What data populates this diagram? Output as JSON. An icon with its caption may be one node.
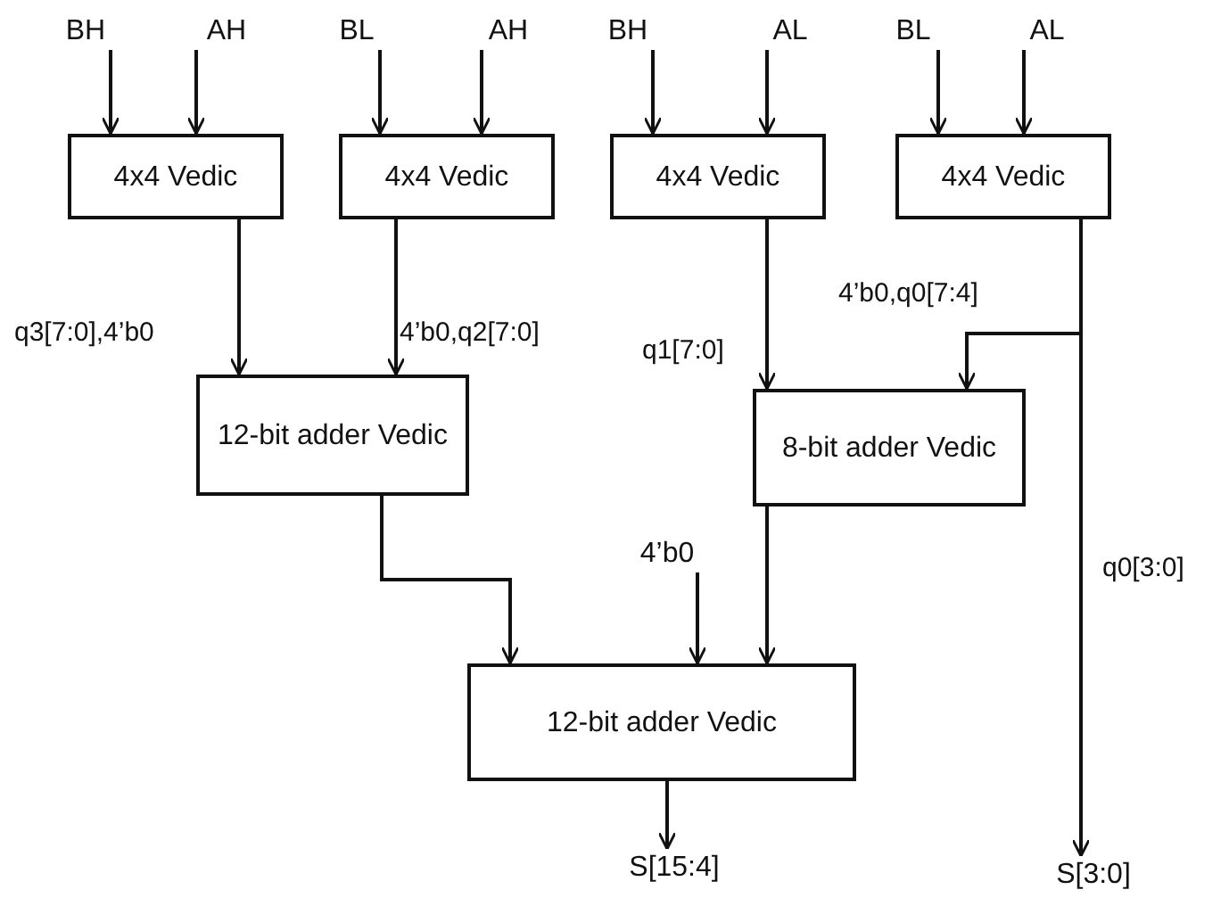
{
  "diagram": {
    "nodes": [
      {
        "text": [
          "BH"
        ]
      },
      {
        "text": [
          "AH"
        ]
      },
      {
        "text": [
          "BL"
        ]
      },
      {
        "text": [
          "AH"
        ]
      },
      {
        "text": [
          "BH"
        ]
      },
      {
        "text": [
          "AL"
        ]
      },
      {
        "text": [
          "BL"
        ]
      },
      {
        "text": [
          "AL"
        ]
      },
      {
        "text": [
          "4x4 Vedic"
        ]
      },
      {
        "text": [
          "4x4 Vedic"
        ]
      },
      {
        "text": [
          "4x4 Vedic"
        ]
      },
      {
        "text": [
          "4x4 Vedic"
        ]
      },
      {
        "text": [
          "12-bit adder Vedic"
        ]
      },
      {
        "text": [
          "8-bit adder Vedic"
        ]
      },
      {
        "text": [
          "4’b0"
        ]
      },
      {
        "text": [
          "12-bit adder Vedic"
        ]
      },
      {
        "text": [
          "S[15:4]"
        ]
      },
      {
        "text": [
          "S[3:0]"
        ]
      }
    ],
    "edges": [
      {
        "from": 0,
        "to": 8,
        "arrow": "to"
      },
      {
        "from": 1,
        "to": 8,
        "arrow": "to"
      },
      {
        "from": 2,
        "to": 9,
        "arrow": "to"
      },
      {
        "from": 3,
        "to": 9,
        "arrow": "to"
      },
      {
        "from": 4,
        "to": 10,
        "arrow": "to"
      },
      {
        "from": 5,
        "to": 10,
        "arrow": "to"
      },
      {
        "from": 6,
        "to": 11,
        "arrow": "to"
      },
      {
        "from": 7,
        "to": 11,
        "arrow": "to"
      },
      {
        "from": 8,
        "to": 12,
        "arrow": "to",
        "label": "q3[7:0],4’b0"
      },
      {
        "from": 9,
        "to": 12,
        "arrow": "to",
        "label": "4’b0,q2[7:0]"
      },
      {
        "from": 10,
        "to": 13,
        "arrow": "to",
        "label": "q1[7:0]"
      },
      {
        "from": 11,
        "to": 13,
        "arrow": "to",
        "label": "4’b0,q0[7:4]"
      },
      {
        "from": 12,
        "to": 15,
        "arrow": "to"
      },
      {
        "from": 14,
        "to": 15,
        "arrow": "to"
      },
      {
        "from": 13,
        "to": 15,
        "arrow": "to"
      },
      {
        "from": 15,
        "to": 16,
        "arrow": "to"
      },
      {
        "from": 11,
        "to": 17,
        "arrow": "to",
        "label": "q0[3:0]"
      }
    ]
  }
}
